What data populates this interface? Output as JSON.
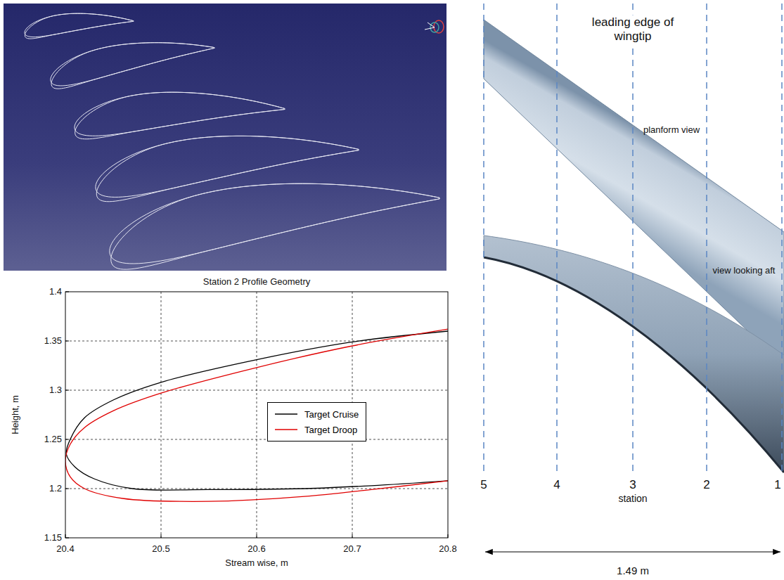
{
  "diagram": {
    "labels": [
      "leading edge of wingtip",
      "planform view",
      "view looking aft",
      "5",
      "4",
      "3",
      "2",
      "1",
      "station",
      "1.49 m",
      "Station 2 Profile Geometry",
      "1.4",
      "1.35",
      "1.3",
      "1.25",
      "1.2",
      "1.15",
      "20.4",
      "20.5",
      "20.6",
      "20.7",
      "20.8",
      "Height, m",
      "Stream wise, m"
    ],
    "legend": [
      {
        "text": "Target Cruise"
      },
      {
        "text": "Target Droop"
      }
    ]
  }
}
